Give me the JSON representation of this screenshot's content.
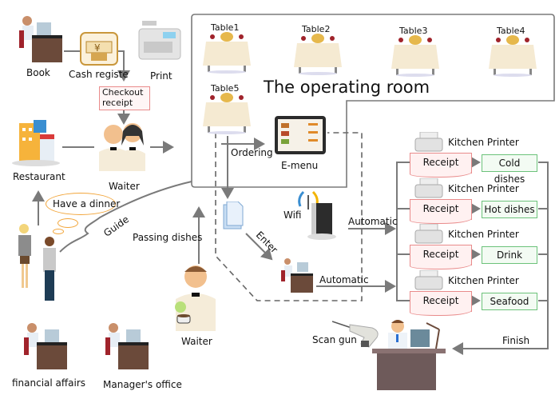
{
  "top_left": {
    "book_label": "Book",
    "cash_register_label": "Cash registe",
    "print_label": "Print",
    "checkout_receipt_label": "Checkout receipt"
  },
  "left": {
    "restaurant_label": "Restaurant",
    "waiter_label": "Waiter",
    "thought_bubble": "Have a dinner",
    "guide_label": "Guide",
    "passing_dishes_label": "Passing dishes",
    "waiter2_label": "Waiter",
    "financial_label": "financial affairs",
    "manager_label": "Manager's office"
  },
  "room": {
    "title": "The operating room",
    "tables": [
      "Table1",
      "Table2",
      "Table3",
      "Table4",
      "Table5"
    ],
    "ordering_label": "Ordering",
    "emenu_label": "E-menu"
  },
  "middle": {
    "wifi_label": "Wifi",
    "enter_label": "Enter",
    "automatic_top": "Automatic",
    "automatic_bottom": "Automatic"
  },
  "kitchen": {
    "stations": [
      {
        "printer": "Kitchen Printer",
        "receipt": "Receipt",
        "dish": "Cold dishes"
      },
      {
        "printer": "Kitchen Printer",
        "receipt": "Receipt",
        "dish": "Hot dishes"
      },
      {
        "printer": "Kitchen Printer",
        "receipt": "Receipt",
        "dish": "Drink"
      },
      {
        "printer": "Kitchen Printer",
        "receipt": "Receipt",
        "dish": "Seafood"
      }
    ],
    "finish_label": "Finish",
    "scan_gun_label": "Scan gun"
  },
  "colors": {
    "line": "#7a7a7a",
    "receipt_border": "#e98b8b",
    "dish_border": "#6cc27a",
    "bubble": "#f2a53a"
  }
}
